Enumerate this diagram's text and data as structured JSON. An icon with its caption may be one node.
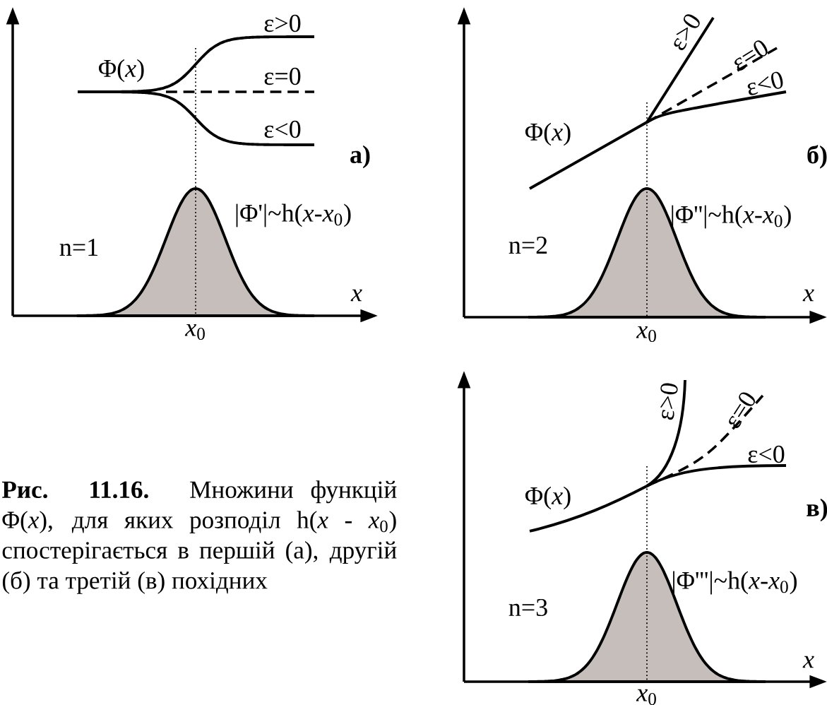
{
  "diagram": {
    "caption": "**Рис. 11.16.** Множини функцій Φ(*x*), для яких розподіл h(*x* - *x*$_{0}$) спостерігається в першій (а), другій (б) та третій (в) похідних",
    "labels": [
      "Φ(*x*)",
      "ε>0",
      "ε=0",
      "ε<0",
      "а)",
      "|Φ'|~h(*x*-*x*$_{0}$)",
      "n=1",
      "x",
      "*x*$_{0}$",
      "Φ(*x*)",
      "ε>0",
      "ε=0",
      "ε<0",
      "б)",
      "|Φ''|~h(*x*-*x*$_{0}$)",
      "n=2",
      "x",
      "*x*$_{0}$",
      "Φ(*x*)",
      "ε>0",
      "ε=0",
      "ε<0",
      "в)",
      "|Φ'''|~h(*x*-*x*$_{0}$)",
      "n=3",
      "x",
      "*x*$_{0}$"
    ]
  }
}
